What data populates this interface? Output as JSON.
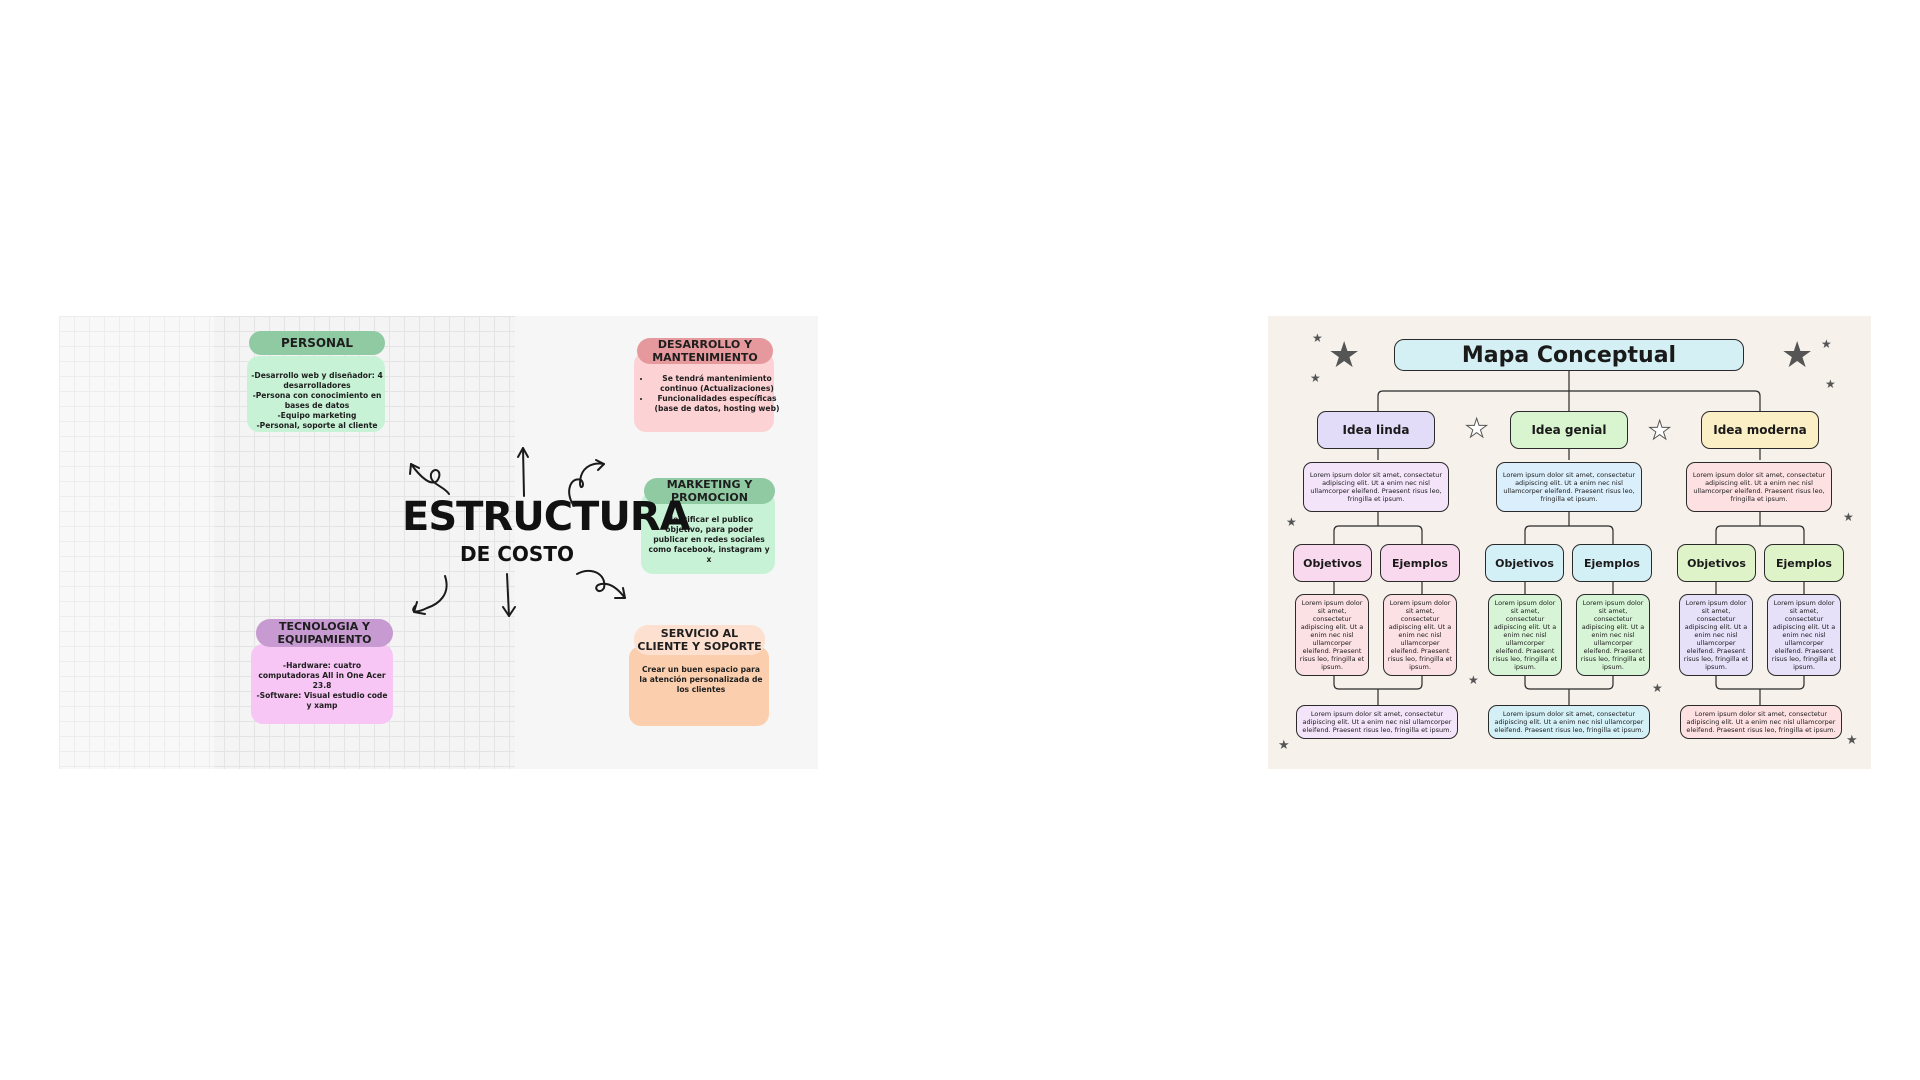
{
  "slide_cost": {
    "title": "ESTRUCTURA",
    "subtitle": "DE COSTO",
    "personal": {
      "heading": "PERSONAL",
      "body": "-Desarrollo web y diseñador: 4 desarrolladores\n-Persona con conocimiento en bases de datos\n-Equipo marketing\n-Personal, soporte al cliente",
      "color_head": "#8fcaa3",
      "color_body": "#c7f2d6"
    },
    "tecnologia": {
      "heading": "TECNOLOGIA Y EQUIPAMIENTO",
      "body": "-Hardware: cuatro computadoras All in One Acer 23.8\n-Software: Visual estudio code y xamp",
      "color_head": "#c79ad1",
      "color_body": "#f7c6f5"
    },
    "desarrollo": {
      "heading": "DESARROLLO Y MANTENIMIENTO",
      "items": [
        "Se tendrá mantenimiento continuo (Actualizaciones)",
        "Funcionalidades específicas (base de datos, hosting web)"
      ],
      "color_head": "#e5999c",
      "color_body": "#fcd2d4"
    },
    "marketing": {
      "heading": "MARKETING Y PROMOCION",
      "body": "Identificar el publico objetivo, para poder publicar en redes sociales como facebook, instagram y x",
      "color_head": "#8fcaa3",
      "color_body": "#c7f2d6"
    },
    "servicio": {
      "heading": "SERVICIO AL CLIENTE Y SOPORTE",
      "body": "Crear un buen espacio para la atención personalizada de los clientes",
      "color_head": "#fde0cf",
      "color_body": "#fbcfae"
    }
  },
  "slide_map": {
    "title": "Mapa Conceptual",
    "lorem_long": "Lorem ipsum dolor sit amet, consectetur adipiscing elit. Ut a enim nec nisl ullamcorper eleifend. Praesent risus leo, fringilla et ipsum.",
    "lorem_box": "Lorem ipsum dolor sit amet, consectetur adipiscing elit. Ut a enim nec nisl ullamcorper eleifend. Praesent risus leo, fringilla et ipsum.",
    "branches": [
      {
        "idea": "Idea linda",
        "idea_color": "#e3dcf9",
        "desc_color": "#f3e4f9",
        "obj": "Objetivos",
        "obj_color": "#f9d9ee",
        "ej": "Ejemplos",
        "ej_color": "#f9d9ee",
        "box_color": "#fbe0e4",
        "bottom_color": "#f3e4f9"
      },
      {
        "idea": "Idea genial",
        "idea_color": "#d9f5cf",
        "desc_color": "#dbeefb",
        "obj": "Objetivos",
        "obj_color": "#d4f0f7",
        "ej": "Ejemplos",
        "ej_color": "#d4f0f7",
        "box_color": "#d7f5d6",
        "bottom_color": "#d4f0f7"
      },
      {
        "idea": "Idea moderna",
        "idea_color": "#fbefc6",
        "desc_color": "#fde0e2",
        "obj": "Objetivos",
        "obj_color": "#dff3c8",
        "ej": "Ejemplos",
        "ej_color": "#dff3c8",
        "box_color": "#e6e0f9",
        "bottom_color": "#fde0e2"
      }
    ],
    "title_color": "#d4f0f4",
    "background": "#f6f2eb"
  }
}
